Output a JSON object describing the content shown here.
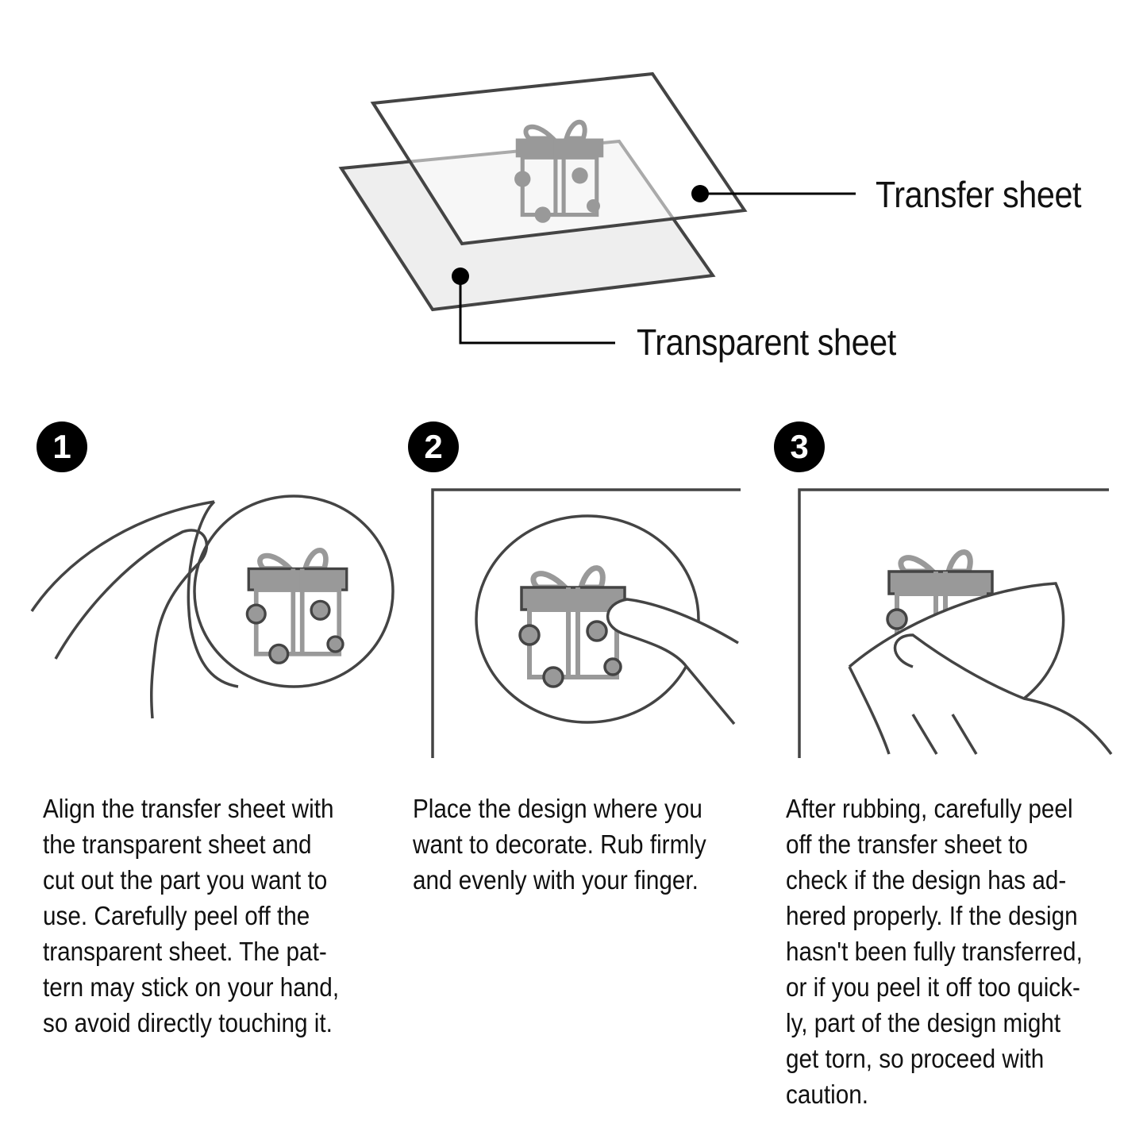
{
  "labels": {
    "transfer_sheet": "Transfer sheet",
    "transparent_sheet": "Transparent sheet"
  },
  "steps": [
    {
      "number": "1",
      "lines": [
        "Align the transfer sheet with",
        "the transparent sheet and",
        "cut out the part you want to",
        "use. Carefully peel off the",
        "transparent sheet. The pat-",
        "tern may stick on your hand,",
        "so avoid directly touching it."
      ]
    },
    {
      "number": "2",
      "lines": [
        "Place the design where you",
        "want to decorate. Rub firmly",
        "and evenly with your finger."
      ]
    },
    {
      "number": "3",
      "lines": [
        "After rubbing, carefully peel",
        "off the transfer sheet to",
        "check if the design has ad-",
        "hered properly. If the design",
        "hasn't been fully transferred,",
        "or if you peel it off too quick-",
        "ly, part of the design might",
        "get torn, so proceed with",
        "caution."
      ]
    }
  ],
  "colors": {
    "line": "#444444",
    "design": "#999999",
    "sheet_fill": "#eeeeee"
  }
}
